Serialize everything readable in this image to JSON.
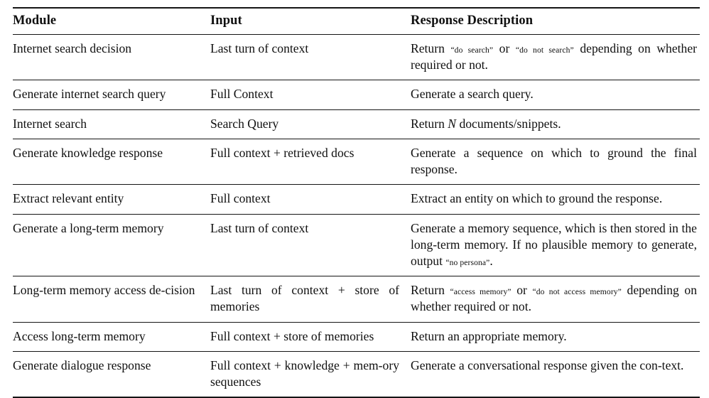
{
  "table": {
    "columns": [
      "Module",
      "Input",
      "Response Description"
    ],
    "rows": [
      {
        "module": "Internet search decision",
        "input": "Last turn of context",
        "response_prefix": "Return ",
        "response_lit1": "“do search”",
        "response_mid": " or ",
        "response_lit2": "“do not search”",
        "response_suffix": " depending on whether required or not."
      },
      {
        "module": "Generate internet search query",
        "input": "Full Context",
        "response": "Generate a search query."
      },
      {
        "module": "Internet search",
        "input": "Search Query",
        "response_prefix": "Return ",
        "response_italic": "N",
        "response_suffix": " documents/snippets."
      },
      {
        "module": "Generate knowledge response",
        "input": "Full context + retrieved docs",
        "response": "Generate a sequence on which to ground the final response."
      },
      {
        "module": "Extract relevant entity",
        "input": "Full context",
        "response": "Extract an entity on which to ground the response."
      },
      {
        "module": "Generate a long-term memory",
        "input": "Last turn of context",
        "response_prefix": "Generate a memory sequence, which is then stored in the long-term memory. If no plausible memory to generate, output ",
        "response_lit1": "“no persona”",
        "response_suffix": "."
      },
      {
        "module": "Long-term memory access de‐cision",
        "input": "Last turn of context + store of memories",
        "response_prefix": "Return ",
        "response_lit1": "“access memory”",
        "response_mid": " or ",
        "response_lit2": "“do not access memory”",
        "response_suffix": " depending on whether required or not."
      },
      {
        "module": "Access long-term memory",
        "input": "Full context + store of memories",
        "response": "Return an appropriate memory."
      },
      {
        "module": "Generate dialogue response",
        "input": "Full context + knowledge + mem‐ory sequences",
        "response": "Generate a conversational response given the con‐text."
      }
    ]
  }
}
